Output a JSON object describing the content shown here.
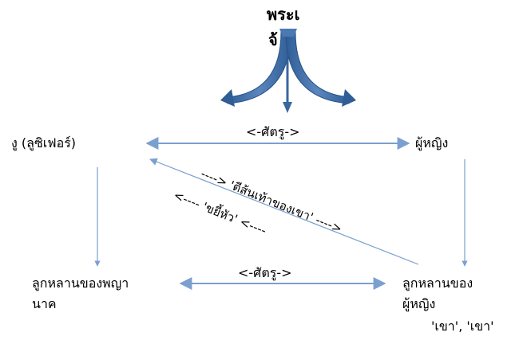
{
  "title": {
    "line1": "พระเ",
    "line2": "จ้"
  },
  "nodes": {
    "serpent": "งู (ลูซิเฟอร์)",
    "woman": "ผู้หญิง",
    "serpent_offspring": {
      "line1": "ลูกหลานของพญา",
      "line2": "นาค"
    },
    "woman_offspring": {
      "line1": "ลูกหลานของ",
      "line2": "ผู้หญิง",
      "line3": "'เขา', 'เขา'"
    }
  },
  "edges": {
    "enmity_top": "<-ศัตรู->",
    "enmity_bottom": "<-ศัตรู->",
    "bruise_heel": "----> 'ตีส้นเท้าของเขา' ---->",
    "crush_head": "<---- 'ขยี้หัว' <----"
  },
  "colors": {
    "arrow_line": "#7b9fcf",
    "arrow_dark": "#3a66a0",
    "arrow_body": "#4a79b4",
    "text": "#000000"
  }
}
